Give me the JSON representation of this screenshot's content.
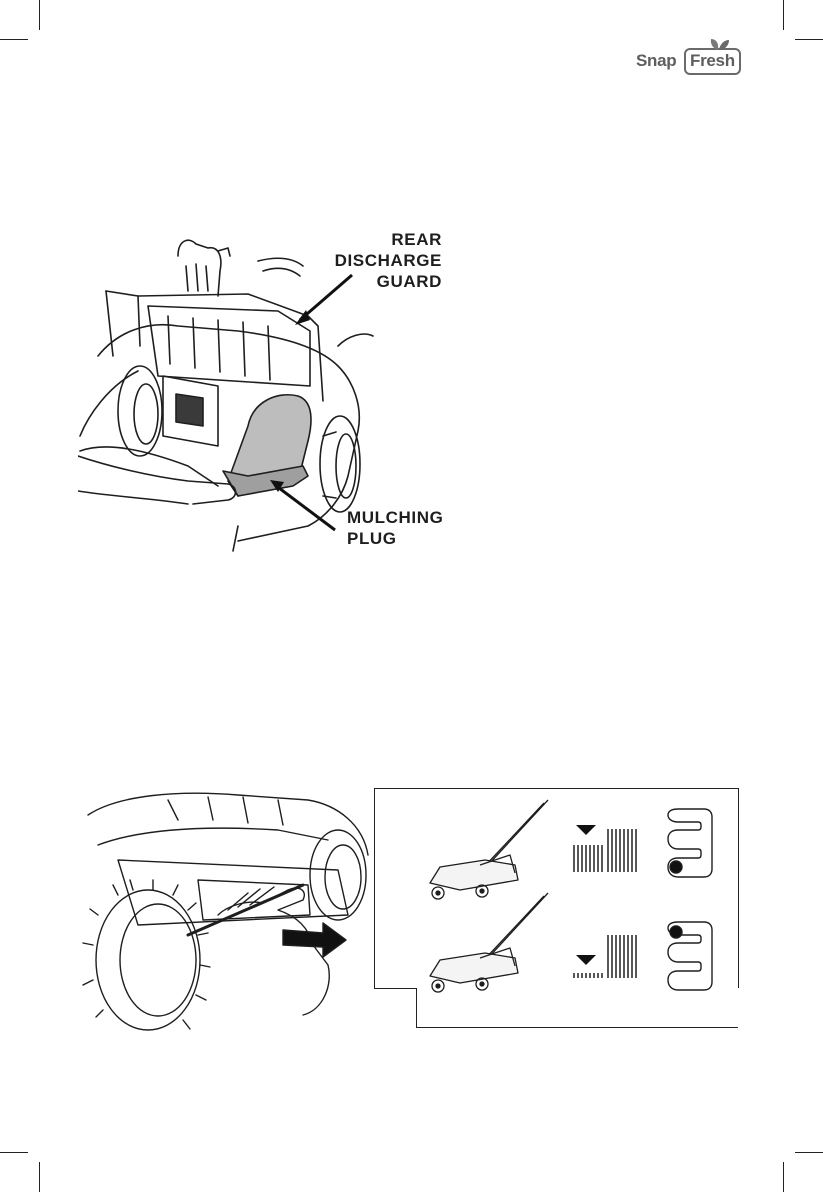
{
  "brand": {
    "part1": "Snap",
    "part2": "Fresh"
  },
  "figure1": {
    "label_rear_discharge_guard": [
      "REAR",
      "DISCHARGE",
      "GUARD"
    ],
    "label_mulching_plug": [
      "MULCHING",
      "PLUG"
    ]
  }
}
